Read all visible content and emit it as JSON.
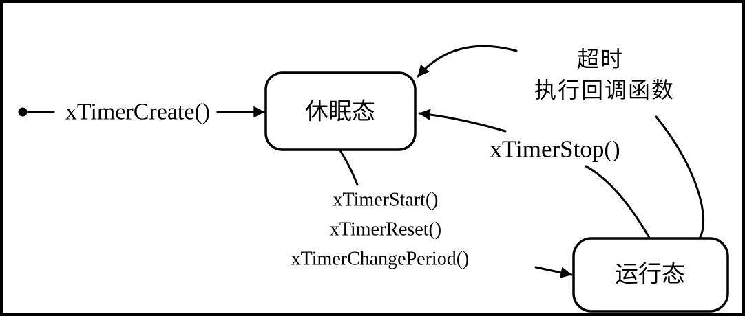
{
  "diagram": {
    "kind": "state-diagram",
    "colors": {
      "ink": "#000000",
      "background": "#ffffff",
      "state_fill": "#ffffff"
    },
    "states": {
      "dormant": {
        "label": "休眠态"
      },
      "running": {
        "label": "运行态"
      }
    },
    "transitions": {
      "create": {
        "label": "xTimerCreate()",
        "from": "initial",
        "to": "dormant"
      },
      "timeout": {
        "lines": [
          "超时",
          "执行回调函数"
        ],
        "from": "running",
        "to": "dormant"
      },
      "stop": {
        "label": "xTimerStop()",
        "from": "running",
        "to": "dormant"
      },
      "start": {
        "lines": [
          "xTimerStart()",
          "xTimerReset()",
          "xTimerChangePeriod()"
        ],
        "from": "dormant",
        "to": "running"
      }
    }
  }
}
